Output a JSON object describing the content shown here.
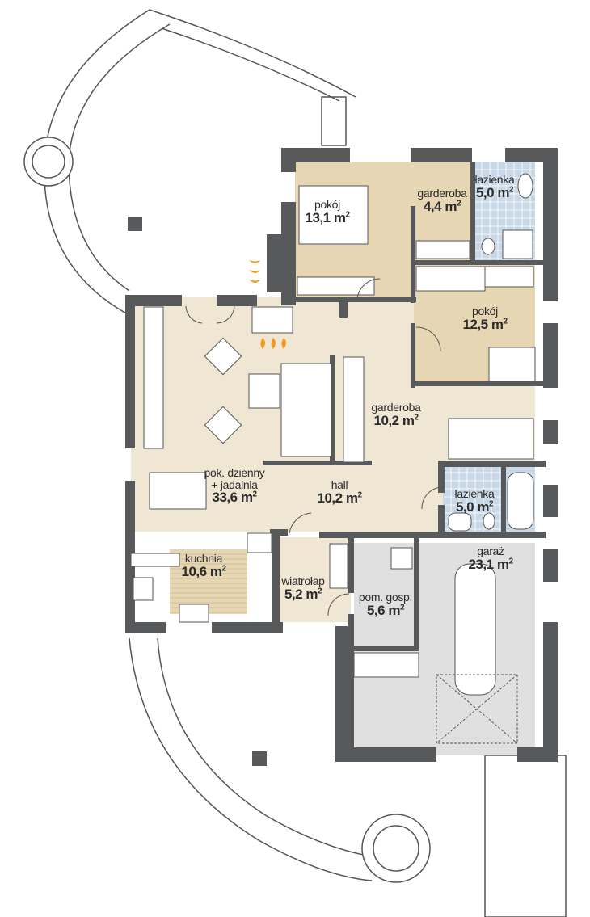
{
  "colors": {
    "wall": "#58595b",
    "bedroom_floor": "#e6d6b3",
    "living_floor": "#efe6d3",
    "bathroom_floor": "#c9d8e7",
    "utility_floor": "#e0e0e0",
    "terrace_outline": "#555555",
    "fireplace_flame": "#f39a1e"
  },
  "unit_suffix": "m",
  "rooms": [
    {
      "name": "pokój",
      "area": "13,1"
    },
    {
      "name": "garderoba",
      "area": "4,4"
    },
    {
      "name": "łazienka",
      "area": "5,0"
    },
    {
      "name": "pokój",
      "area": "12,5"
    },
    {
      "name": "garderoba",
      "area": "10,2"
    },
    {
      "name": "pok. dzienny",
      "name2": "+ jadalnia",
      "area": "33,6"
    },
    {
      "name": "hall",
      "area": "10,2"
    },
    {
      "name": "łazienka",
      "area": "5,0"
    },
    {
      "name": "kuchnia",
      "area": "10,6"
    },
    {
      "name": "wiatrołap",
      "area": "5,2"
    },
    {
      "name": "pom. gosp.",
      "area": "5,6"
    },
    {
      "name": "garaż",
      "area": "23,1"
    }
  ]
}
